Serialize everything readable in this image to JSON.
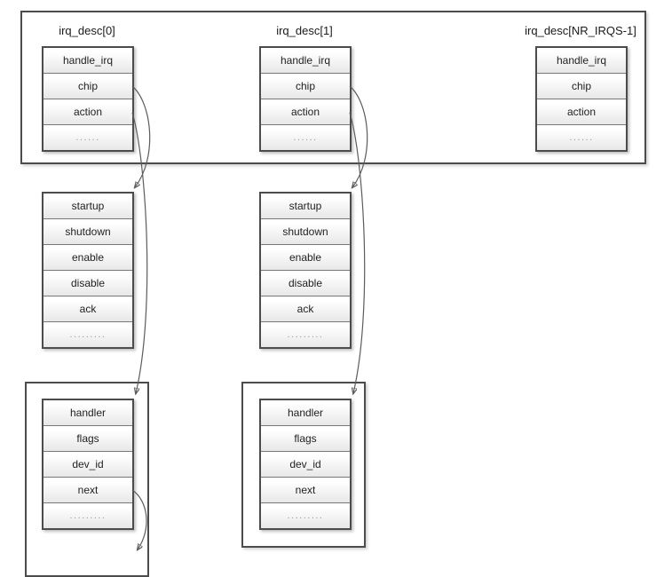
{
  "colors": {
    "box_border": "#4c4c4c",
    "cell_separator": "#787878",
    "cell_gradient_top": "#ffffff",
    "cell_gradient_bottom": "#e8e8e8",
    "field_text": "#222222",
    "dots_text": "#9a9a9a",
    "arrow": "#5c5c5c",
    "background": "#ffffff"
  },
  "irq_desc_array": [
    {
      "label": "irq_desc[0]",
      "fields": [
        "handle_irq",
        "chip",
        "action",
        "......"
      ]
    },
    {
      "label": "irq_desc[1]",
      "fields": [
        "handle_irq",
        "chip",
        "action",
        "......"
      ]
    },
    {
      "label": "irq_desc[NR_IRQS-1]",
      "fields": [
        "handle_irq",
        "chip",
        "action",
        "......"
      ]
    }
  ],
  "chip_structs": [
    {
      "fields": [
        "startup",
        "shutdown",
        "enable",
        "disable",
        "ack",
        "........."
      ]
    },
    {
      "fields": [
        "startup",
        "shutdown",
        "enable",
        "disable",
        "ack",
        "........."
      ]
    }
  ],
  "irqaction_structs": [
    {
      "fields": [
        "handler",
        "flags",
        "dev_id",
        "next",
        "........."
      ]
    },
    {
      "fields": [
        "handler",
        "flags",
        "dev_id",
        "next",
        "........."
      ]
    }
  ]
}
